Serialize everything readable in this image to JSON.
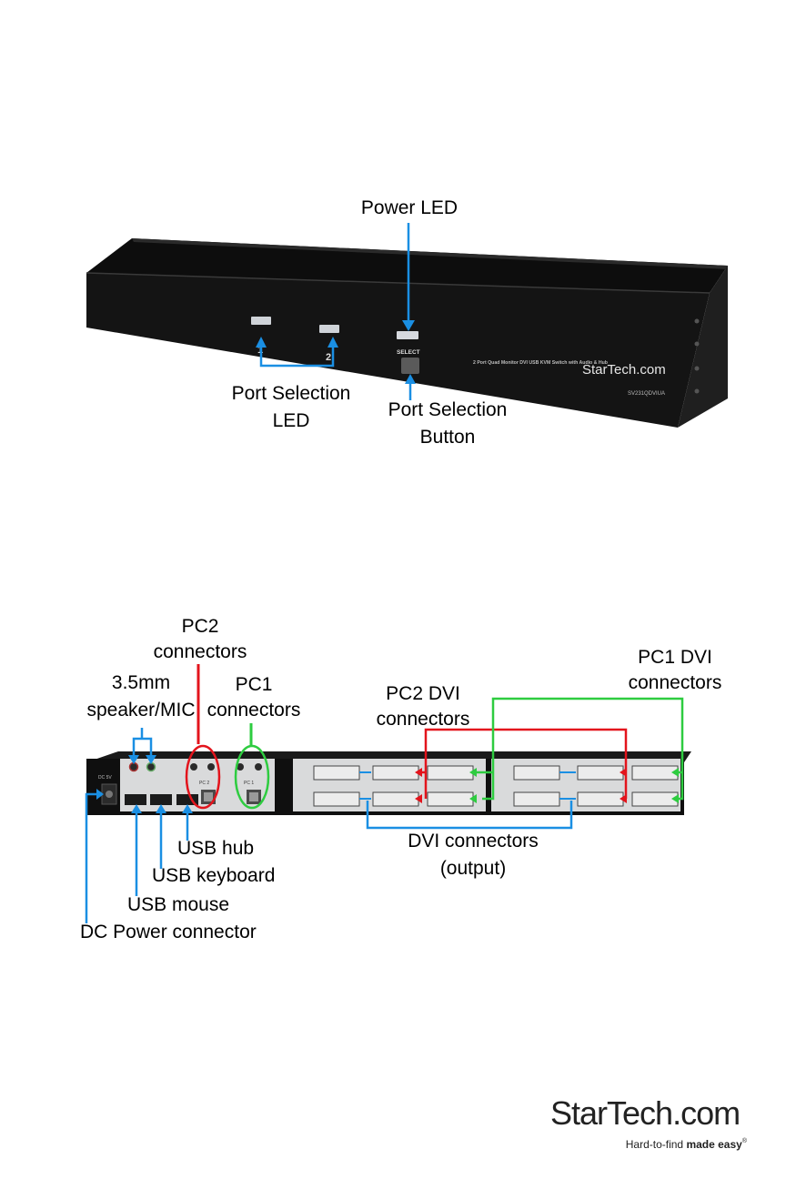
{
  "front_panel": {
    "device_brand": "StarTech.com",
    "device_model_text": "2 Port Quad Monitor DVI USB KVM Switch with Audio & Hub",
    "device_model_number": "SV231QDVIUA",
    "port_numbers": [
      "1",
      "2"
    ],
    "select_label": "SELECT",
    "labels": {
      "power_led": "Power LED",
      "port_selection_led_1": "Port Selection",
      "port_selection_led_2": "LED",
      "port_selection_button_1": "Port Selection",
      "port_selection_button_2": "Button"
    }
  },
  "rear_panel": {
    "pc_port_labels": [
      "PC 2",
      "PC 1"
    ],
    "labels": {
      "pc2_connectors_1": "PC2",
      "pc2_connectors_2": "connectors",
      "pc1_connectors_1": "PC1",
      "pc1_connectors_2": "connectors",
      "audio_1": "3.5mm",
      "audio_2": "speaker/MIC",
      "pc2_dvi_1": "PC2 DVI",
      "pc2_dvi_2": "connectors",
      "pc1_dvi_1": "PC1 DVI",
      "pc1_dvi_2": "connectors",
      "dvi_output_1": "DVI connectors",
      "dvi_output_2": "(output)",
      "usb_hub": "USB hub",
      "usb_keyboard": "USB keyboard",
      "usb_mouse": "USB mouse",
      "dc_power": "DC Power connector"
    },
    "colors": {
      "blue": "#1a8fe3",
      "red": "#e3141c",
      "green": "#2ecc40"
    }
  },
  "footer": {
    "brand_name": "StarTech.com",
    "tagline_light": "Hard-to-find ",
    "tagline_bold": "made easy",
    "trademark": "®"
  }
}
